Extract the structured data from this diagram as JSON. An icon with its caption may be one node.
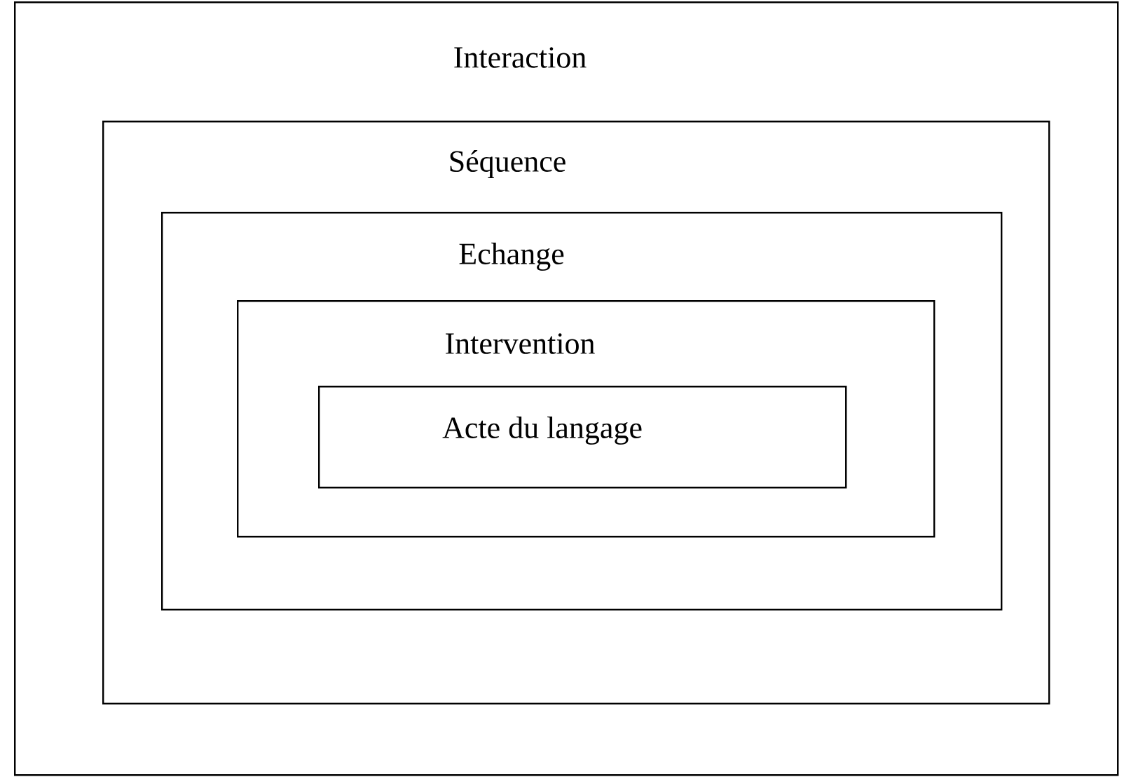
{
  "diagram": {
    "nodes": [
      {
        "text": [
          "Interaction"
        ]
      },
      {
        "text": [
          "Séquence"
        ],
        "in": 0
      },
      {
        "text": [
          "Echange"
        ],
        "in": 1
      },
      {
        "text": [
          "Intervention"
        ],
        "in": 2
      },
      {
        "text": [
          "Acte du langage"
        ],
        "in": 3
      }
    ]
  }
}
